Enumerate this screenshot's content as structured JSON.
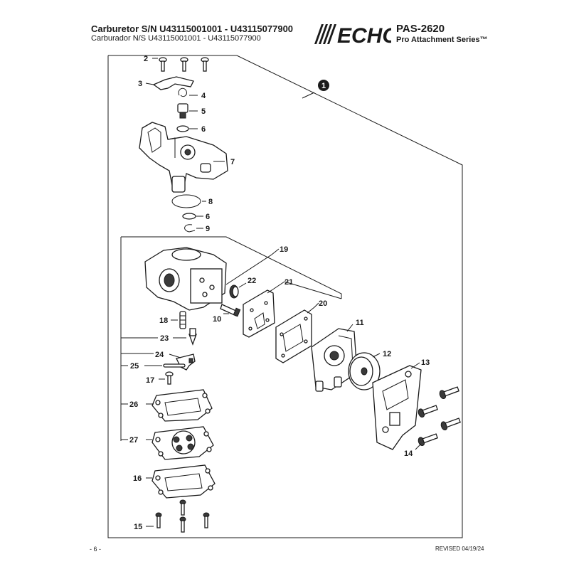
{
  "header": {
    "title": "Carburetor S/N U43115001001 - U43115077900",
    "subtitle": "Carburador N/S U43115001001 - U43115077900",
    "brand": "ECHO",
    "model": "PAS-2620",
    "series": "Pro Attachment Series™"
  },
  "assembly_marker": "1",
  "callouts": {
    "p2": "2",
    "p3": "3",
    "p4": "4",
    "p5": "5",
    "p6a": "6",
    "p7": "7",
    "p8": "8",
    "p6b": "6",
    "p9": "9",
    "p19": "19",
    "p22": "22",
    "p21": "21",
    "p20": "20",
    "p18": "18",
    "p10": "10",
    "p11": "11",
    "p23": "23",
    "p12": "12",
    "p24": "24",
    "p13": "13",
    "p25": "25",
    "p17": "17",
    "p26": "26",
    "p27": "27",
    "p14": "14",
    "p16": "16",
    "p15": "15"
  },
  "footer": {
    "page": "- 6 -",
    "revised": "REVISED 04/19/24"
  },
  "colors": {
    "ink": "#1a1a1a",
    "paper": "#ffffff",
    "brand": "#1a1a1a"
  }
}
